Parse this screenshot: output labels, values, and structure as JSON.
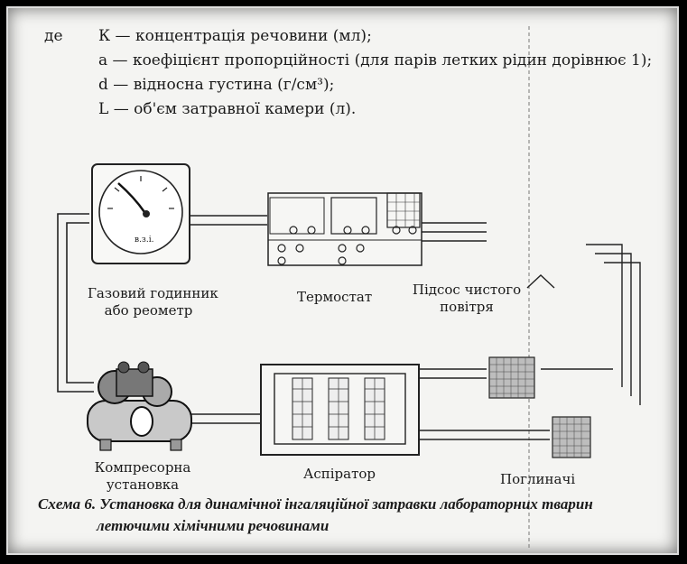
{
  "definitions": {
    "prefix": "де",
    "items": [
      "К — концентрація речовини (мл);",
      "а — коефіцієнт пропорційності (для парів летких рідин дорівнює 1);",
      "d — відносна густина (г/см³);",
      "L — об'єм затравної камери (л)."
    ]
  },
  "diagram": {
    "labels": {
      "gas_meter_line1": "Газовий годинник",
      "gas_meter_line2": "або реометр",
      "thermostat": "Термостат",
      "clean_air_line1": "Підсос чистого",
      "clean_air_line2": "повітря",
      "compressor_line1": "Компресорна",
      "compressor_line2": "установка",
      "aspirator": "Аспіратор",
      "absorbers": "Поглиначі",
      "gauge_unit": "в.з.і."
    }
  },
  "caption": {
    "line1": "Схема 6. Установка для динамічної інгаляційної затравки лабораторних тварин",
    "line2": "летючими хімічними речовинами"
  }
}
